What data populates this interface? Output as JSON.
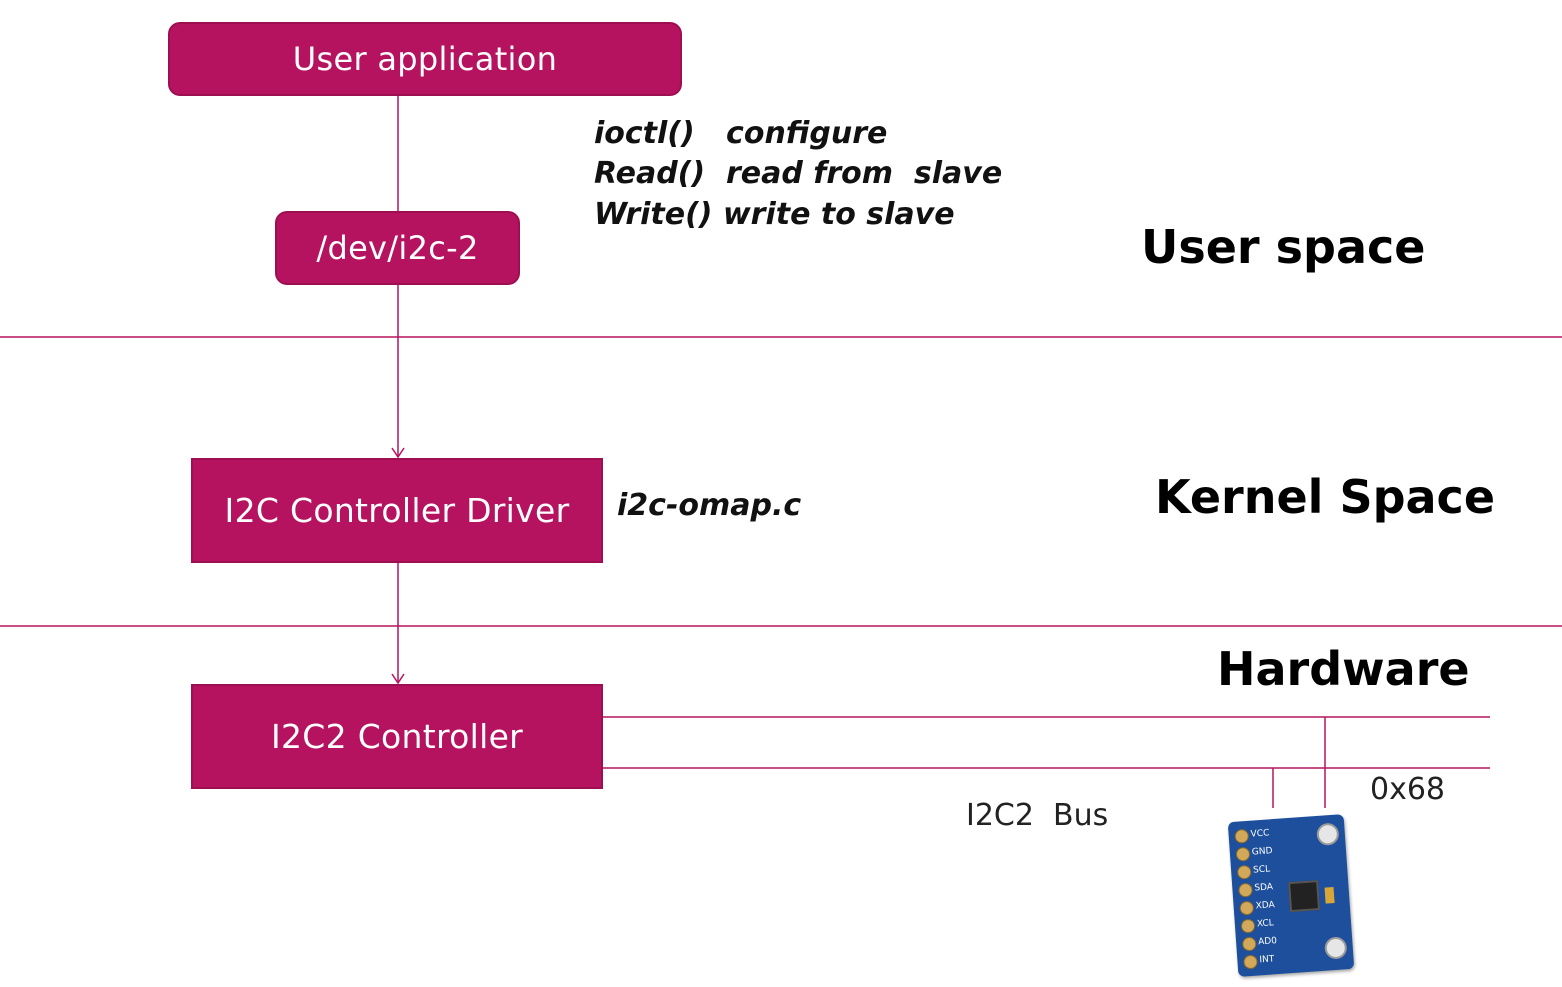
{
  "boxes": {
    "user_application": "User application",
    "dev_node": "/dev/i2c-2",
    "controller_driver": "I2C Controller Driver",
    "controller": "I2C2 Controller"
  },
  "notes": {
    "ioctl": "ioctl()   configure",
    "read": "Read()  read from  slave",
    "write": "Write() write to slave",
    "driver_file": "i2c-omap.c"
  },
  "regions": {
    "user_space": "User space",
    "kernel_space": "Kernel Space",
    "hardware": "Hardware"
  },
  "bus": {
    "label": "I2C2  Bus",
    "slave_address": "0x68"
  },
  "sensor_board": {
    "pins": [
      "VCC",
      "GND",
      "SCL",
      "SDA",
      "XDA",
      "XCL",
      "AD0",
      "INT"
    ]
  },
  "colors": {
    "box_fill": "#b5135f",
    "line": "#b5135f",
    "board": "#1d4f9c"
  }
}
